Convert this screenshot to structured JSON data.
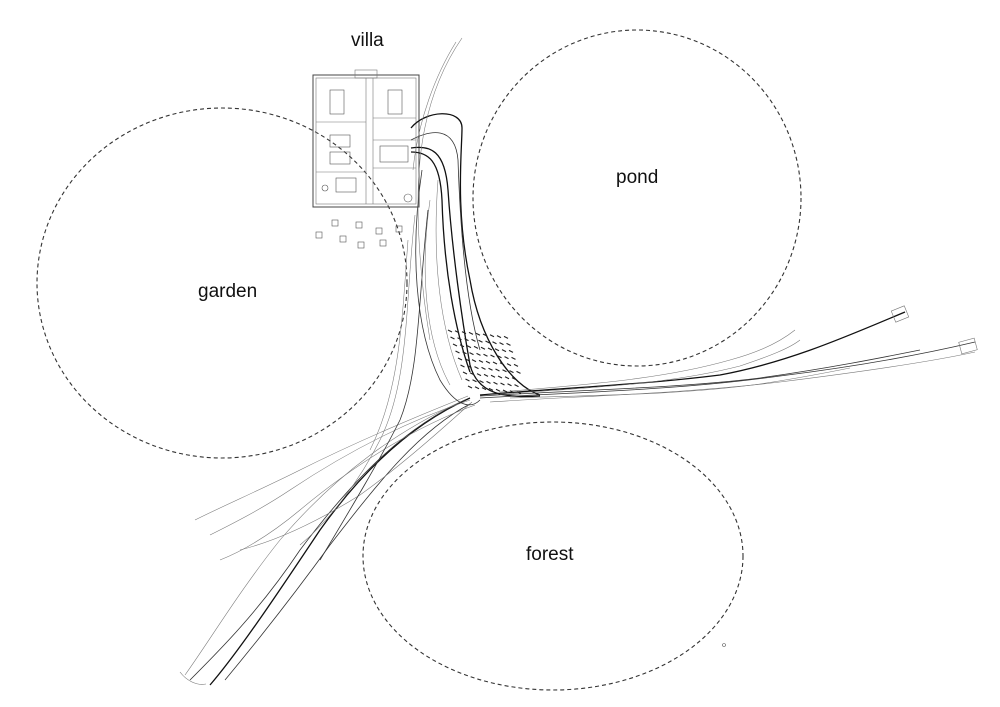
{
  "labels": {
    "villa": "villa",
    "pond": "pond",
    "garden": "garden",
    "forest": "forest"
  }
}
